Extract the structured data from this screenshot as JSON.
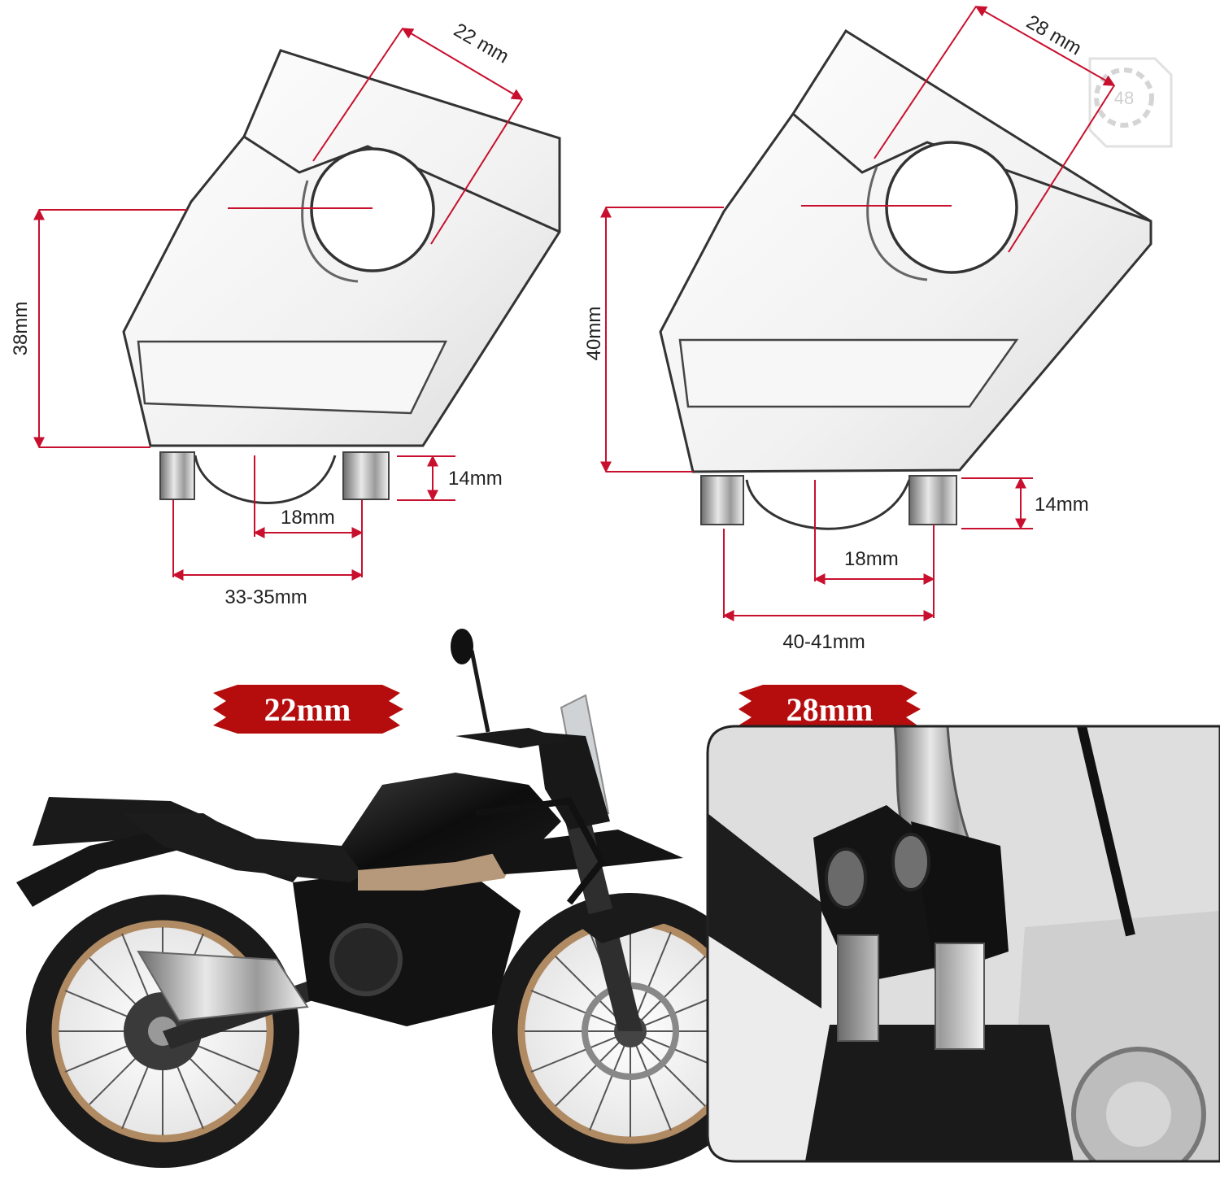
{
  "riser_22": {
    "diameter": "22 mm",
    "height": "38mm",
    "thread_length": "14mm",
    "center_offset": "18mm",
    "bolt_spacing": "33-35mm"
  },
  "riser_28": {
    "diameter": "28 mm",
    "height": "40mm",
    "thread_length": "14mm",
    "center_offset": "18mm",
    "bolt_spacing": "40-41mm"
  },
  "badges": {
    "left": "22mm",
    "right": "28mm"
  },
  "colors": {
    "dimension_line": "#c8102e",
    "badge": "#b50d0d",
    "outline": "#333333"
  }
}
